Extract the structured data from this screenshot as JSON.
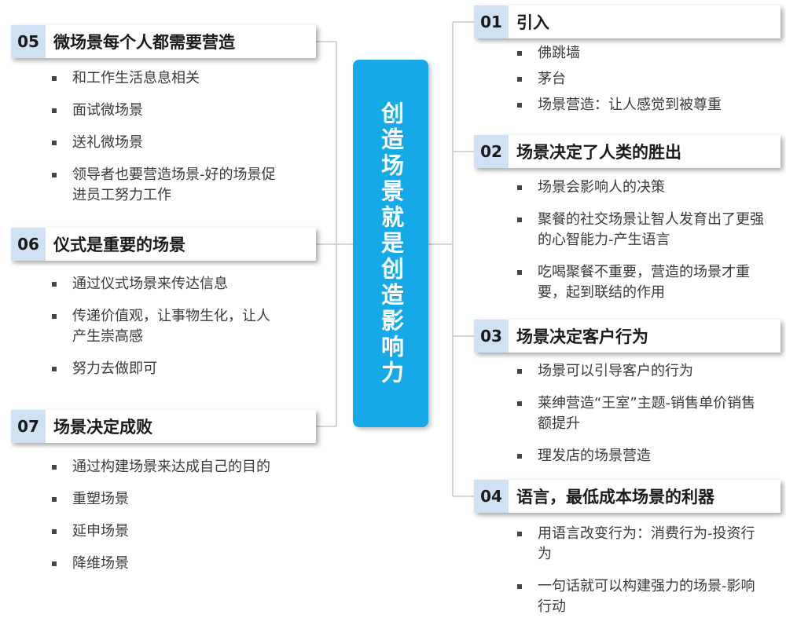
{
  "center": {
    "text": "创造场景就是创造影响力"
  },
  "branches": [
    {
      "number": "05",
      "title": "微场景每个人都需要营造",
      "items": [
        "和工作生活息息相关",
        "面试微场景",
        "送礼微场景",
        "领导者也要营造场景-好的场景促进员工努力工作"
      ]
    },
    {
      "number": "06",
      "title": "仪式是重要的场景",
      "items": [
        "通过仪式场景来传达信息",
        "传递价值观，让事物生化，让人产生崇高感",
        "努力去做即可"
      ]
    },
    {
      "number": "07",
      "title": "场景决定成败",
      "items": [
        "通过构建场景来达成自己的目的",
        "重塑场景",
        "延申场景",
        "降维场景"
      ]
    },
    {
      "number": "01",
      "title": "引入",
      "items": [
        "佛跳墙",
        "茅台",
        "场景营造：让人感觉到被尊重"
      ]
    },
    {
      "number": "02",
      "title": "场景决定了人类的胜出",
      "items": [
        "场景会影响人的决策",
        "聚餐的社交场景让智人发育出了更强的心智能力-产生语言",
        "吃喝聚餐不重要，营造的场景才重要，起到联结的作用"
      ]
    },
    {
      "number": "03",
      "title": "场景决定客户行为",
      "items": [
        "场景可以引导客户的行为",
        "莱绅营造“王室”主题-销售单价销售额提升",
        "理发店的场景营造"
      ]
    },
    {
      "number": "04",
      "title": "语言，最低成本场景的利器",
      "items": [
        "用语言改变行为：消费行为-投资行为",
        "一句话就可以构建强力的场景-影响行动"
      ]
    }
  ]
}
